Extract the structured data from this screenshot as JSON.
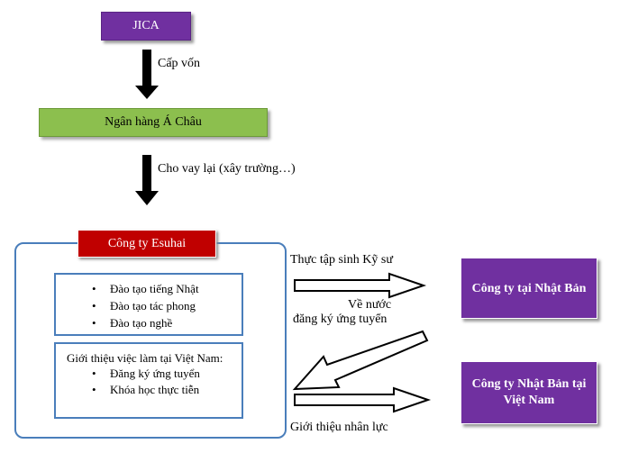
{
  "nodes": {
    "jica": "JICA",
    "bank": "Ngân hàng Á Châu",
    "esuhai": "Công ty Esuhai",
    "japan_company": "Công ty tại Nhật Bản",
    "japan_company_vn": "Công ty Nhật Bản tại Việt Nam"
  },
  "edges": {
    "funding": "Cấp vốn",
    "relending": "Cho vay lại (xây trường…)",
    "intern": "Thực tập sinh Kỹ sư",
    "return_line1": "Về nước",
    "return_line2": "đăng ký ứng tuyển",
    "introduce": "Giới thiệu nhân lực"
  },
  "training": {
    "items": [
      "Đào tạo tiếng Nhật",
      "Đào tạo tác phong",
      "Đào tạo nghề"
    ]
  },
  "jobs": {
    "intro": "Giới thiệu việc làm tại Việt Nam:",
    "items": [
      "Đăng ký ứng tuyển",
      "Khóa học thực tiễn"
    ]
  }
}
